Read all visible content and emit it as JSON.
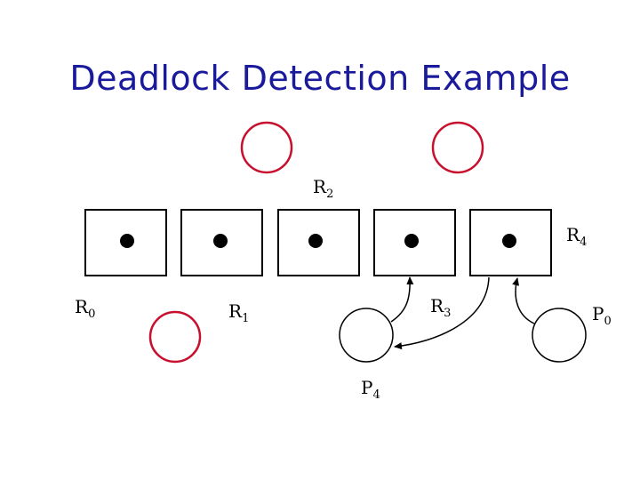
{
  "title": "Deadlock Detection Example",
  "labels": {
    "r0": {
      "main": "R",
      "sub": "0"
    },
    "r1": {
      "main": "R",
      "sub": "1"
    },
    "r2": {
      "main": "R",
      "sub": "2"
    },
    "r3": {
      "main": "R",
      "sub": "3"
    },
    "r4": {
      "main": "R",
      "sub": "4"
    },
    "p0": {
      "main": "P",
      "sub": "0"
    },
    "p4": {
      "main": "P",
      "sub": "4"
    }
  },
  "colors": {
    "title": "#1a1a9c",
    "process_circle_red": "#c8102e",
    "outline": "#000000"
  }
}
